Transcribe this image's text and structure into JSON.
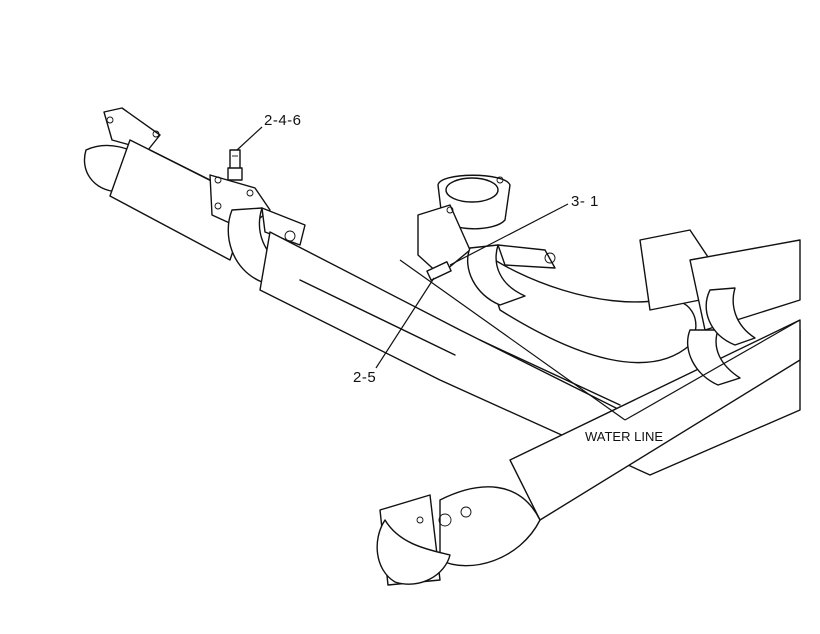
{
  "callouts": {
    "c1": "2-4-6",
    "c2": "3- 1",
    "c3": "2-5",
    "c4": "WATER LINE"
  }
}
